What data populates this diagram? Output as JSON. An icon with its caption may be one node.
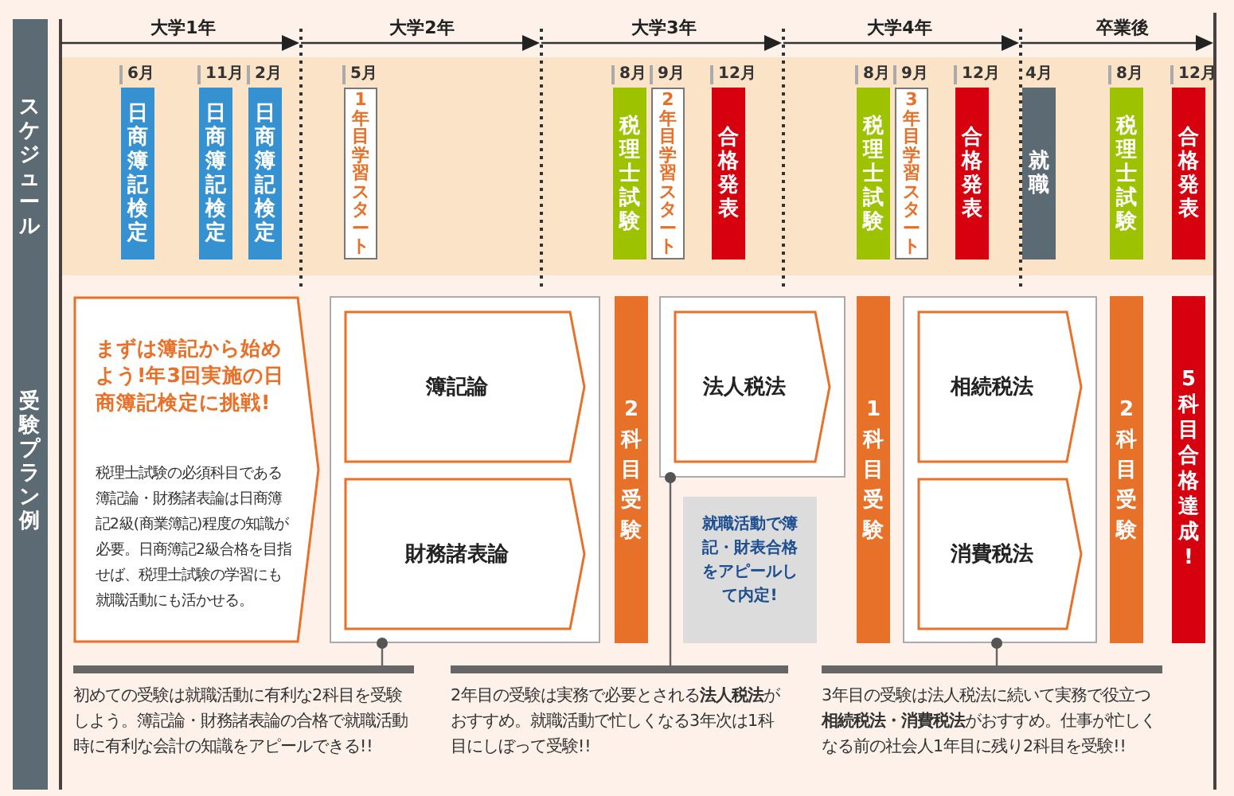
{
  "diagram": {
    "nodes": [
      {
        "text": [
          "日商簿記検定"
        ],
        "beside": [
          "6月"
        ]
      },
      {
        "text": [
          "日商簿記検定"
        ],
        "beside": [
          "11月"
        ]
      },
      {
        "text": [
          "日商簿記検定"
        ],
        "beside": [
          "2月"
        ]
      },
      {
        "text": [
          "1年目学習スタート"
        ],
        "beside": [
          "5月"
        ]
      },
      {
        "text": [
          "税理士試験"
        ],
        "beside": [
          "8月"
        ]
      },
      {
        "text": [
          "2年目学習スタート"
        ],
        "beside": [
          "9月"
        ]
      },
      {
        "text": [
          "合格発表"
        ],
        "beside": [
          "12月"
        ]
      },
      {
        "text": [
          "税理士試験"
        ],
        "beside": [
          "8月"
        ]
      },
      {
        "text": [
          "3年目学習スタート"
        ],
        "beside": [
          "9月"
        ]
      },
      {
        "text": [
          "合格発表"
        ],
        "beside": [
          "12月"
        ]
      },
      {
        "text": [
          "就職"
        ],
        "beside": [
          "4月"
        ]
      },
      {
        "text": [
          "税理士試験"
        ],
        "beside": [
          "8月"
        ]
      },
      {
        "text": [
          "合格発表"
        ],
        "beside": [
          "12月"
        ]
      },
      {
        "text": [
          "まずは簿記から始めよう!年3回実施の日商簿記検定に挑戦!",
          "税理士試験の必須科目である簿記論・財務諸表論は日商簿記2級(商業簿記)程度の知識が必要。日商簿記2級合格を目指せば、税理士試験の学習にも就職活動にも活かせる。"
        ]
      },
      {
        "text": [],
        "shape": "box"
      },
      {
        "text": [
          "簿記論"
        ],
        "in": 14
      },
      {
        "text": [
          "財務諸表論"
        ],
        "in": 14
      },
      {
        "text": [
          "2科目受験"
        ]
      },
      {
        "text": [],
        "shape": "box"
      },
      {
        "text": [
          "法人税法"
        ],
        "in": 18
      },
      {
        "text": [
          "就職活動で簿記・財表合格をアピールして内定!"
        ]
      },
      {
        "text": [
          "1科目受験"
        ]
      },
      {
        "text": [],
        "shape": "box"
      },
      {
        "text": [
          "相続税法"
        ],
        "in": 22
      },
      {
        "text": [
          "消費税法"
        ],
        "in": 22
      },
      {
        "text": [
          "2科目受験"
        ]
      },
      {
        "text": [
          "5科目合格達成!"
        ]
      },
      {
        "text": [
          "初めての受験は就職活動に有利な2科目を受験しよう。簿記論・財務諸表論の合格で就職活動時に有利な会計の知識をアピールできる!!"
        ]
      },
      {
        "text": [
          "2年目の受験は実務で必要とされる**法人税法**がおすすめ。就職活動で忙しくなる3年次は1科目にしぼって受験!!"
        ]
      },
      {
        "text": [
          "3年目の受験は法人税法に続いて実務で役立つ**相続税法・消費税法**がおすすめ。仕事が忙しくなる前の社会人1年目に残り2科目を受験!!"
        ]
      }
    ],
    "edges": [
      {
        "from": 14,
        "to": 27,
        "arrow": "other"
      },
      {
        "from": 18,
        "to": 28,
        "arrow": "other"
      },
      {
        "from": 22,
        "to": 29,
        "arrow": "other"
      }
    ],
    "labels": [
      "大学1年",
      "大学2年",
      "大学3年",
      "大学4年",
      "卒業後",
      "スケジュール",
      "受験プラン例"
    ]
  }
}
